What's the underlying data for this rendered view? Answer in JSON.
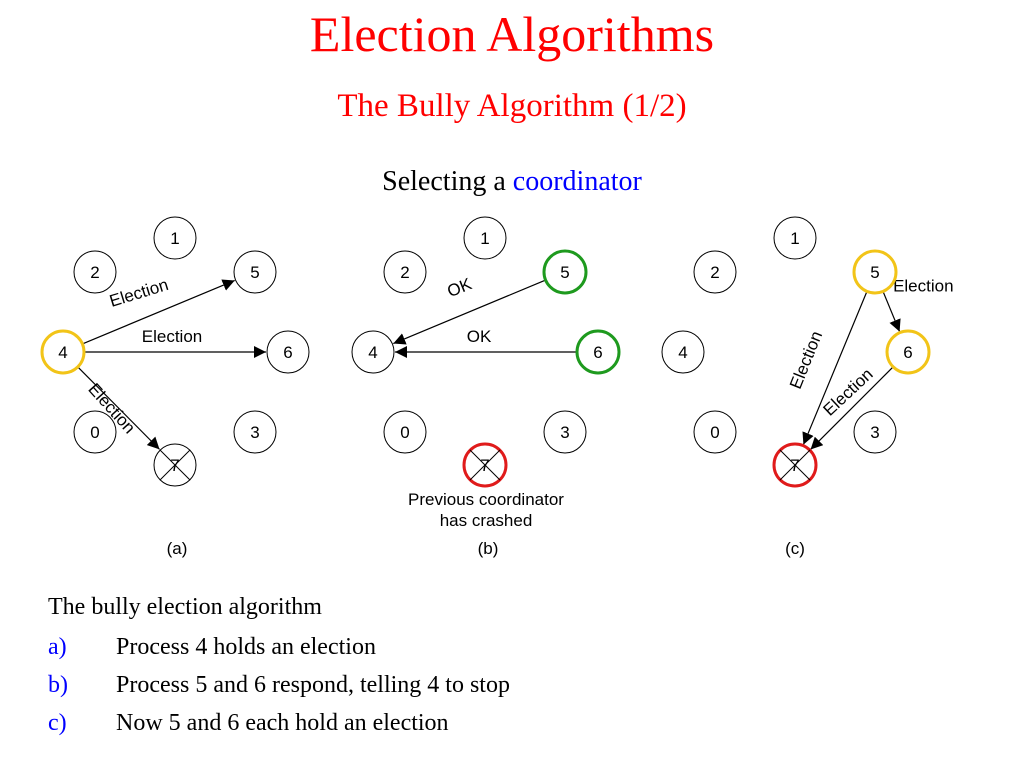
{
  "title": "Election Algorithms",
  "subtitle": "The Bully Algorithm (1/2)",
  "heading": {
    "prefix": "Selecting a",
    "accent": "coordinator"
  },
  "colors": {
    "title": "#ff0000",
    "accent": "#0000ff",
    "node_initiator": "#f2c418",
    "node_ok": "#1e9a1e",
    "node_crashed": "#e01b1b",
    "node_default": "#000000"
  },
  "panels": [
    {
      "label": "(a)",
      "nodes": [
        {
          "id": "1",
          "state": "normal"
        },
        {
          "id": "2",
          "state": "normal"
        },
        {
          "id": "5",
          "state": "normal"
        },
        {
          "id": "4",
          "state": "initiator"
        },
        {
          "id": "6",
          "state": "normal"
        },
        {
          "id": "0",
          "state": "normal"
        },
        {
          "id": "3",
          "state": "normal"
        },
        {
          "id": "7",
          "state": "crossed"
        }
      ],
      "messages": [
        {
          "from": "4",
          "to": "5",
          "label": "Election"
        },
        {
          "from": "4",
          "to": "6",
          "label": "Election"
        },
        {
          "from": "4",
          "to": "7",
          "label": "Election"
        }
      ]
    },
    {
      "label": "(b)",
      "note": [
        "Previous coordinator",
        "has crashed"
      ],
      "nodes": [
        {
          "id": "1",
          "state": "normal"
        },
        {
          "id": "2",
          "state": "normal"
        },
        {
          "id": "5",
          "state": "ok"
        },
        {
          "id": "4",
          "state": "normal"
        },
        {
          "id": "6",
          "state": "ok"
        },
        {
          "id": "0",
          "state": "normal"
        },
        {
          "id": "3",
          "state": "normal"
        },
        {
          "id": "7",
          "state": "crashed"
        }
      ],
      "messages": [
        {
          "from": "5",
          "to": "4",
          "label": "OK"
        },
        {
          "from": "6",
          "to": "4",
          "label": "OK"
        }
      ]
    },
    {
      "label": "(c)",
      "nodes": [
        {
          "id": "1",
          "state": "normal"
        },
        {
          "id": "2",
          "state": "normal"
        },
        {
          "id": "5",
          "state": "initiator"
        },
        {
          "id": "4",
          "state": "normal"
        },
        {
          "id": "6",
          "state": "initiator"
        },
        {
          "id": "0",
          "state": "normal"
        },
        {
          "id": "3",
          "state": "normal"
        },
        {
          "id": "7",
          "state": "crashed"
        }
      ],
      "messages": [
        {
          "from": "5",
          "to": "6",
          "label": "Election"
        },
        {
          "from": "5",
          "to": "7",
          "label": "Election"
        },
        {
          "from": "6",
          "to": "7",
          "label": "Election"
        }
      ]
    }
  ],
  "caption": "The bully election algorithm",
  "steps": [
    {
      "marker": "a)",
      "text": "Process 4 holds an election"
    },
    {
      "marker": "b)",
      "text": "Process 5 and 6 respond, telling 4 to stop"
    },
    {
      "marker": "c)",
      "text": "Now 5 and 6 each hold an election"
    }
  ]
}
